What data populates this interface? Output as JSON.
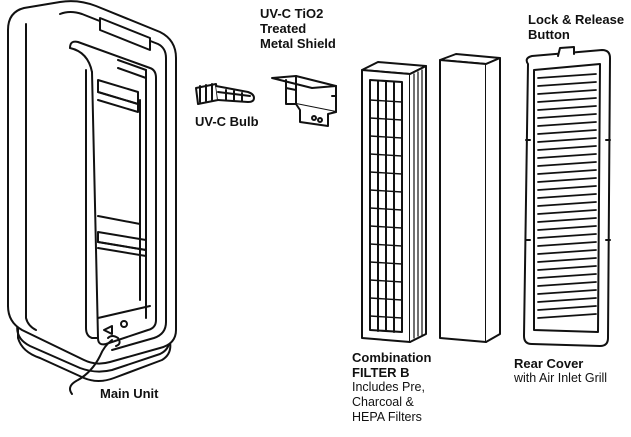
{
  "labels": {
    "uv_shield": [
      "UV-C TiO2",
      "Treated",
      "Metal Shield"
    ],
    "lock_release": [
      "Lock & Release",
      "Button"
    ],
    "uv_bulb": "UV-C Bulb",
    "main_unit": "Main Unit",
    "combination_filter": {
      "title": [
        "Combination",
        "FILTER B"
      ],
      "desc": [
        "Includes Pre,",
        "Charcoal &",
        "HEPA Filters"
      ]
    },
    "rear_cover": {
      "title": "Rear Cover",
      "desc": "with Air Inlet Grill"
    }
  },
  "parts": [
    {
      "name": "main-unit"
    },
    {
      "name": "uv-c-bulb"
    },
    {
      "name": "metal-shield"
    },
    {
      "name": "combination-filter-b"
    },
    {
      "name": "filter-panel"
    },
    {
      "name": "rear-cover"
    }
  ],
  "colors": {
    "line": "#111111",
    "fill": "#ffffff",
    "shade": "#e8e8e8"
  }
}
